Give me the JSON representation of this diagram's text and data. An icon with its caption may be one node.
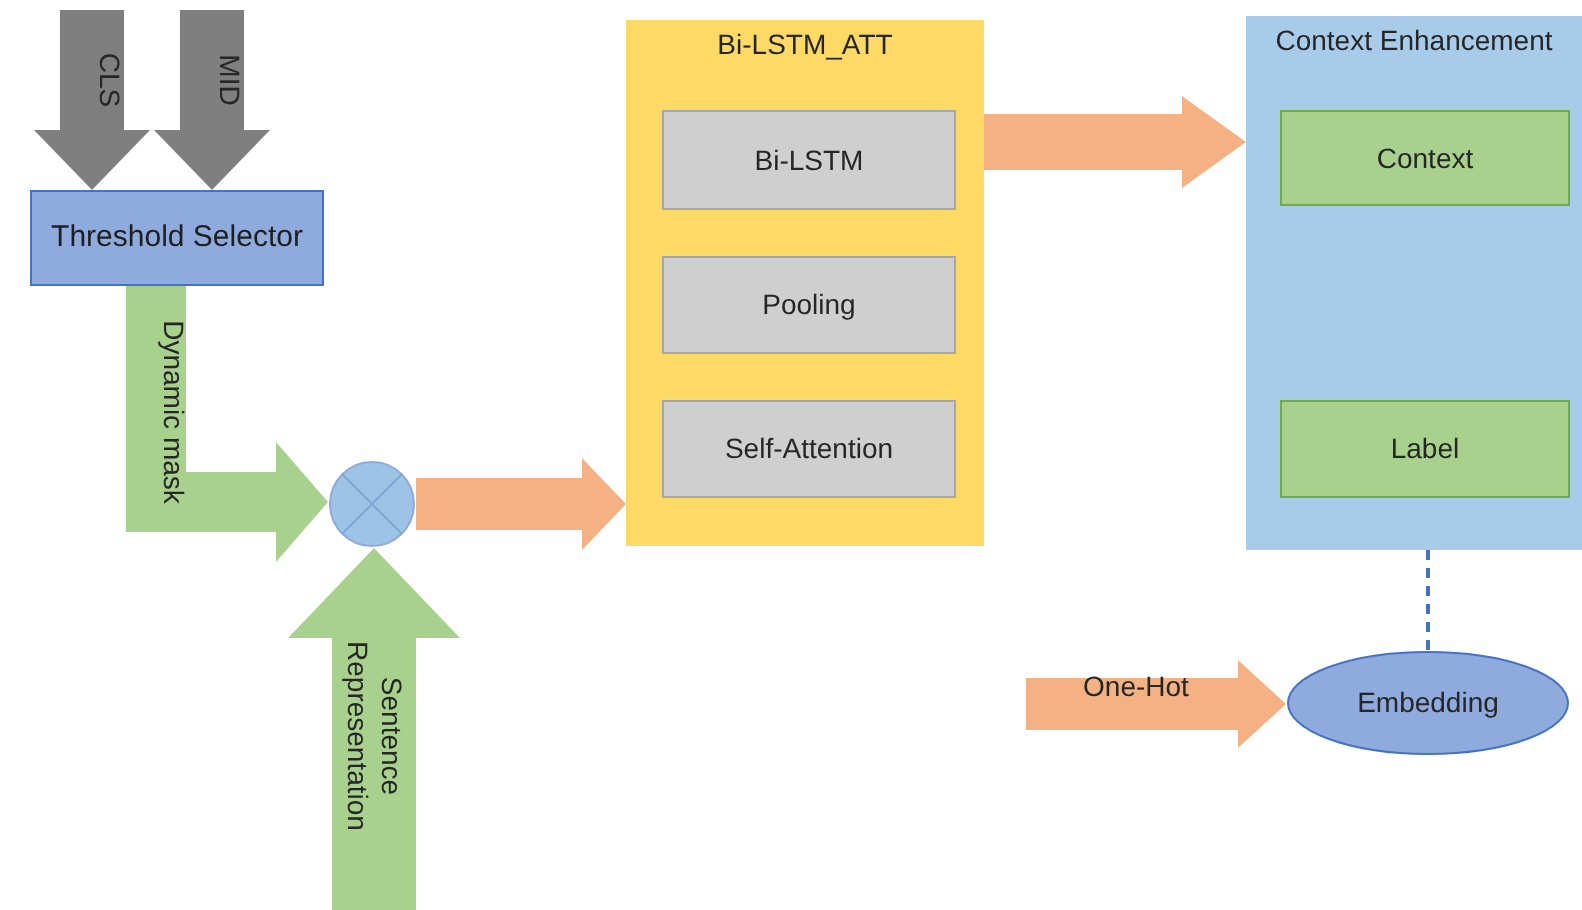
{
  "diagram": {
    "nodes": [
      {
        "text": [
          "Threshold Selector"
        ]
      },
      {
        "text": [],
        "shape": "circle"
      },
      {
        "text": [
          "Bi-LSTM_ATT"
        ]
      },
      {
        "text": [
          "Bi-LSTM"
        ],
        "in": 2
      },
      {
        "text": [
          "Pooling"
        ],
        "in": 2
      },
      {
        "text": [
          "Self-Attention"
        ],
        "in": 2
      },
      {
        "text": [
          "Context Enhancement"
        ]
      },
      {
        "text": [
          "Context"
        ],
        "in": 6
      },
      {
        "text": [
          "Label"
        ],
        "in": 6
      },
      {
        "text": [
          "Embedding"
        ]
      }
    ],
    "edges": [
      {
        "from": null,
        "to": 0,
        "arrow": "to",
        "label": "CLS",
        "color": "#7f7f7f"
      },
      {
        "from": null,
        "to": 0,
        "arrow": "to",
        "label": "MID",
        "color": "#7f7f7f"
      },
      {
        "from": 0,
        "to": 1,
        "arrow": "to",
        "label": "Dynamic mask",
        "color": "#a9d18e"
      },
      {
        "from": null,
        "to": 1,
        "arrow": "to",
        "label": "Sentence Representation",
        "color": "#a9d18e"
      },
      {
        "from": 1,
        "to": 2,
        "arrow": "to",
        "color": "#f4b183"
      },
      {
        "from": 2,
        "to": 6,
        "arrow": "to",
        "color": "#f4b183"
      },
      {
        "from": null,
        "to": 9,
        "arrow": "to",
        "label": "One-Hot",
        "color": "#f4b183"
      },
      {
        "from": 9,
        "to": 8,
        "arrow": "to",
        "style": "dashed",
        "color": "#4472c4"
      }
    ]
  }
}
